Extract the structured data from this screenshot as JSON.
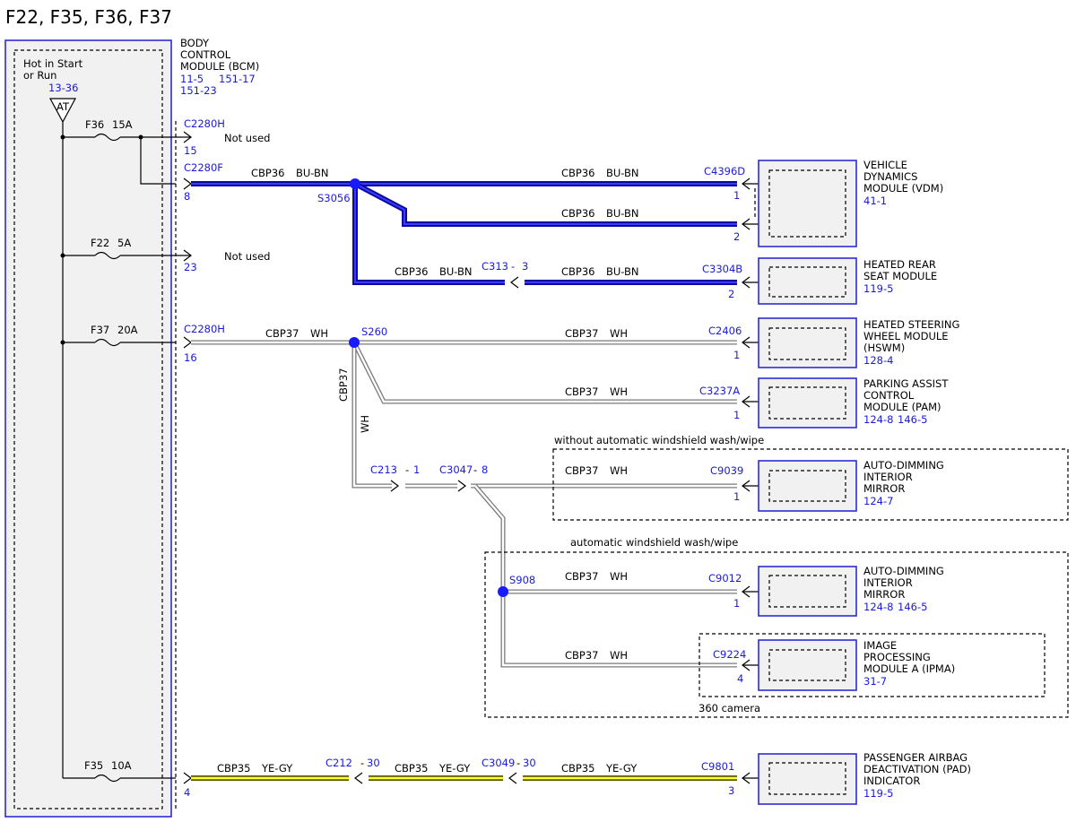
{
  "title": "F22, F35, F36, F37",
  "fuse_box": {
    "condition": [
      "Hot in Start",
      "or Run"
    ],
    "ref": "13-36",
    "symbol": "AT",
    "fuses": [
      {
        "id": "F36",
        "rating": "15A"
      },
      {
        "id": "F22",
        "rating": "5A"
      },
      {
        "id": "F37",
        "rating": "20A"
      },
      {
        "id": "F35",
        "rating": "10A"
      }
    ]
  },
  "bcm": {
    "name": [
      "BODY",
      "CONTROL",
      "MODULE (BCM)"
    ],
    "refs": [
      "11-5",
      "151-17",
      "151-23"
    ],
    "pins": [
      {
        "connector": "C2280H",
        "pin": "15",
        "note": "Not used"
      },
      {
        "connector": "C2280F",
        "pin": "8"
      },
      {
        "connector": "",
        "pin": "23",
        "note": "Not used"
      },
      {
        "connector": "C2280H",
        "pin": "16"
      },
      {
        "connector": "",
        "pin": "4"
      }
    ]
  },
  "splices": {
    "s3056": "S3056",
    "s260": "S260",
    "s908": "S908"
  },
  "inline": {
    "c313": "C313",
    "c313_pin": "3",
    "c213": "C213",
    "c213_pin": "1",
    "c3047": "C3047",
    "c3047_pin": "8",
    "c212": "C212",
    "c212_pin": "30",
    "c3049": "C3049",
    "c3049_pin": "30"
  },
  "wire_labels": {
    "cbp36": "CBP36",
    "bubn": "BU-BN",
    "cbp37": "CBP37",
    "wh": "WH",
    "cbp35": "CBP35",
    "yegy": "YE-GY",
    "dash": "-"
  },
  "groups": {
    "without_auto": "without automatic windshield wash/wipe",
    "auto": "automatic windshield wash/wipe",
    "camera": "360 camera"
  },
  "modules": [
    {
      "connector": "C4396D",
      "pin": "1",
      "pin2": "2",
      "name": [
        "VEHICLE",
        "DYNAMICS",
        "MODULE (VDM)"
      ],
      "refs": [
        "41-1"
      ]
    },
    {
      "connector": "C3304B",
      "pin": "2",
      "name": [
        "HEATED REAR",
        "SEAT MODULE"
      ],
      "refs": [
        "119-5"
      ]
    },
    {
      "connector": "C2406",
      "pin": "1",
      "name": [
        "HEATED STEERING",
        "WHEEL MODULE",
        "(HSWM)"
      ],
      "refs": [
        "128-4"
      ]
    },
    {
      "connector": "C3237A",
      "pin": "1",
      "name": [
        "PARKING ASSIST",
        "CONTROL",
        "MODULE (PAM)"
      ],
      "refs": [
        "124-8",
        "146-5"
      ]
    },
    {
      "connector": "C9039",
      "pin": "1",
      "name": [
        "AUTO-DIMMING",
        "INTERIOR",
        "MIRROR"
      ],
      "refs": [
        "124-7"
      ]
    },
    {
      "connector": "C9012",
      "pin": "1",
      "name": [
        "AUTO-DIMMING",
        "INTERIOR",
        "MIRROR"
      ],
      "refs": [
        "124-8",
        "146-5"
      ]
    },
    {
      "connector": "C9224",
      "pin": "4",
      "name": [
        "IMAGE",
        "PROCESSING",
        "MODULE A (IPMA)"
      ],
      "refs": [
        "31-7"
      ]
    },
    {
      "connector": "C9801",
      "pin": "3",
      "name": [
        "PASSENGER AIRBAG",
        "DEACTIVATION (PAD)",
        "INDICATOR"
      ],
      "refs": [
        "119-5"
      ]
    }
  ]
}
